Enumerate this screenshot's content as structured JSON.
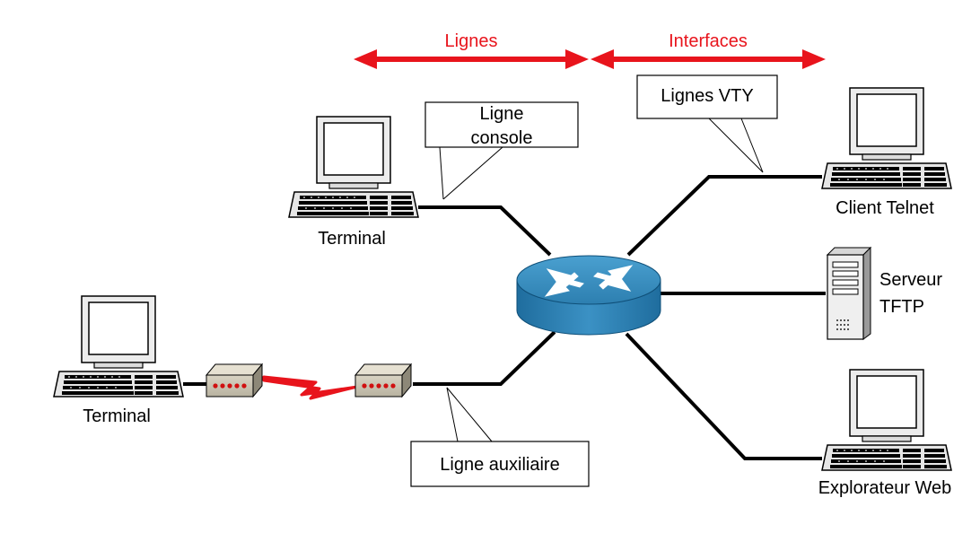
{
  "header": {
    "lines_label": "Lignes",
    "interfaces_label": "Interfaces"
  },
  "callouts": {
    "console_line1": "Ligne",
    "console_line2": "console",
    "vty": "Lignes VTY",
    "aux": "Ligne auxiliaire"
  },
  "devices": {
    "terminal_top": "Terminal",
    "terminal_left": "Terminal",
    "telnet_client": "Client Telnet",
    "tftp_line1": "Serveur",
    "tftp_line2": "TFTP",
    "web_browser": "Explorateur Web"
  },
  "colors": {
    "accent_red": "#e8141c",
    "router_blue": "#3b8fc0",
    "link_black": "#000000"
  },
  "icons": [
    "computer-icon",
    "router-icon",
    "modem-icon",
    "server-icon",
    "lightning-link-icon"
  ]
}
